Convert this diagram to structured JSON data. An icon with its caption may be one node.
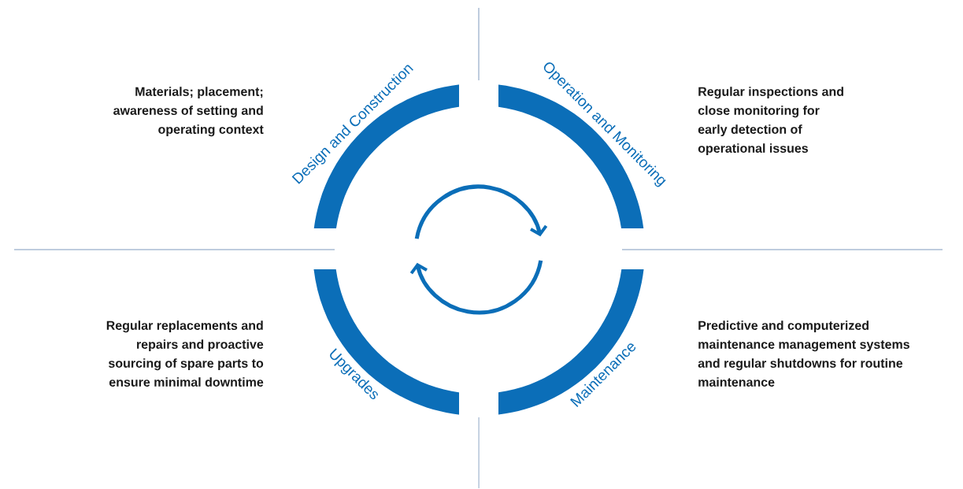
{
  "diagram": {
    "nodes": [
      {
        "text": [
          "Design and Construction"
        ]
      },
      {
        "text": [
          "Operation and Monitoring"
        ]
      },
      {
        "text": [
          "Maintenance"
        ]
      },
      {
        "text": [
          "Upgrades"
        ]
      }
    ],
    "labels": [
      "Materials; placement; awareness of setting and operating context",
      "Regular inspections and close monitoring for early detection of operational issues",
      "Regular replacements and repairs and proactive sourcing of spare parts to ensure minimal downtime",
      "Predictive and computerized maintenance management systems and regular shutdowns for routine maintenance"
    ]
  }
}
